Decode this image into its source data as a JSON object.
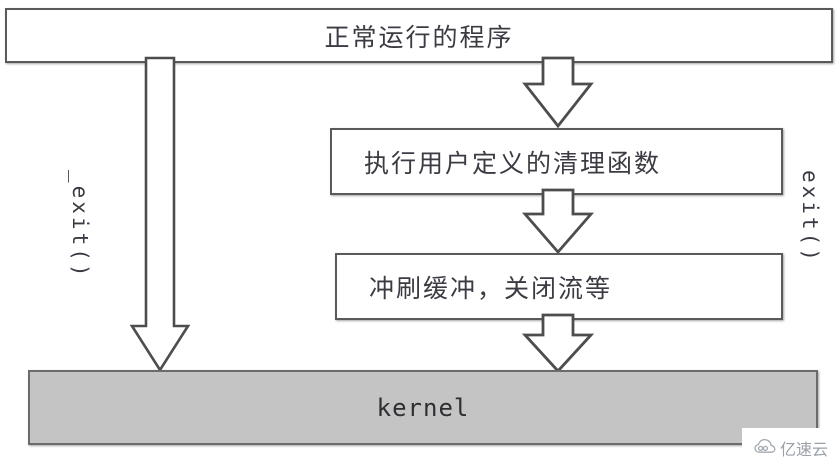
{
  "diagram": {
    "title_box": {
      "name": "normally-running-program",
      "text": "正常运行的程序"
    },
    "cleanup_box": {
      "name": "execute-user-cleanup-functions",
      "text": "执行用户定义的清理函数"
    },
    "flush_box": {
      "name": "flush-buffers-close-streams",
      "text": "冲刷缓冲，关闭流等"
    },
    "kernel_box": {
      "name": "kernel",
      "text": "kernel",
      "fill": "#c4c4c4"
    },
    "side_labels": {
      "left": "_exit()",
      "right": "exit()"
    },
    "arrows": [
      {
        "name": "program-to-kernel-direct",
        "from": "正常运行的程序",
        "to": "kernel",
        "label": "_exit()"
      },
      {
        "name": "program-to-cleanup",
        "from": "正常运行的程序",
        "to": "执行用户定义的清理函数",
        "label": "exit()"
      },
      {
        "name": "cleanup-to-flush",
        "from": "执行用户定义的清理函数",
        "to": "冲刷缓冲，关闭流等",
        "label": ""
      },
      {
        "name": "flush-to-kernel",
        "from": "冲刷缓冲，关闭流等",
        "to": "kernel",
        "label": ""
      }
    ],
    "colors": {
      "box_border": "#5a5a5a",
      "box_fill": "#ffffff",
      "kernel_fill": "#c4c4c4",
      "text": "#3b3b43",
      "arrow_stroke": "#555555",
      "arrow_fill": "#ffffff"
    }
  },
  "watermark": {
    "text": "亿速云",
    "icon": "cloud-icon"
  }
}
